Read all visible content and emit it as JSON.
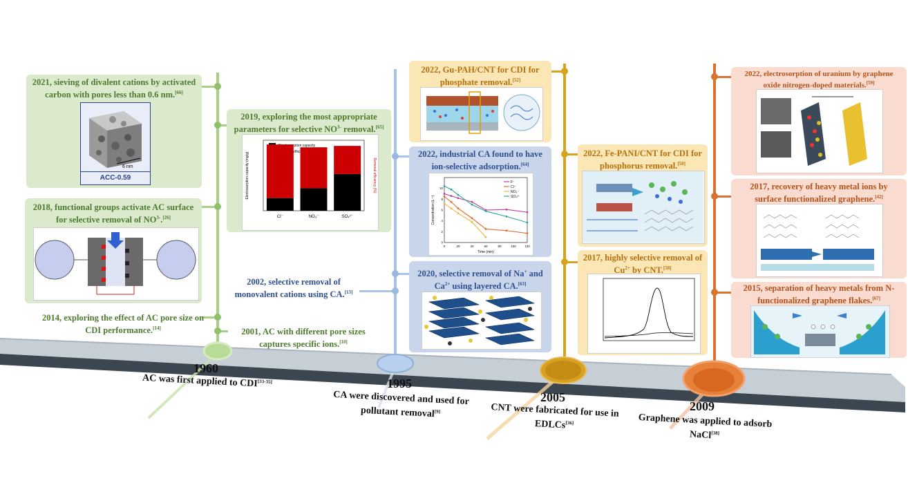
{
  "colors": {
    "green": "#8fc06a",
    "blue": "#9ab9e0",
    "gold": "#d9a21c",
    "orange": "#d8722e",
    "bar": "#3b4650"
  },
  "timeline": [
    {
      "year": "1960",
      "desc": "AC was first applied to CDI",
      "ref": "[33-35]"
    },
    {
      "year": "1995",
      "desc": "CA were discovered and used for pollutant removal",
      "ref": "[9]"
    },
    {
      "year": "2005",
      "desc": "CNT were fabricated for use in EDLCs",
      "ref": "[36]"
    },
    {
      "year": "2009",
      "desc": "Graphene was applied to adsorb NaCl",
      "ref": "[38]"
    }
  ],
  "green": {
    "b2021": {
      "title": "2021, sieving of divalent cations by activated carbon with pores less than 0.6 nm.",
      "ref": "[66]",
      "cube_scale": "6 nm",
      "cube_label": "ACC-0.59"
    },
    "b2019": {
      "title": "2019, exploring the most appropriate parameters for selective NO",
      "title_sup": "3-",
      "title_end": " removal.",
      "ref": "[65]"
    },
    "b2018": {
      "title": "2018, functional groups activate AC surface for selective removal of NO",
      "title_sup": "3-",
      "title_end": ".",
      "ref": "[26]"
    },
    "s2014": {
      "text": "2014, exploring the effect of AC pore size on CDI performance.",
      "ref": "[14]"
    },
    "s2001": {
      "text": "2001, AC with different pore sizes captures specific ions.",
      "ref": "[10]"
    }
  },
  "blue": {
    "b2022": {
      "title": "2022, industrial CA found to have ion-selective adsorption.",
      "ref": "[64]"
    },
    "b2020": {
      "title": "2020, selective removal of Na",
      "sup1": "+",
      "mid": " and Ca",
      "sup2": "2+",
      "end": " using layered CA.",
      "ref": "[63]"
    },
    "s2002": {
      "text": "2002, selective removal of monovalent cations using CA.",
      "ref": "[13]"
    }
  },
  "gold": {
    "b2022a": {
      "title": "2022, Gu-PAH/CNT for CDI for phosphate removal.",
      "ref": "[52]"
    },
    "b2022b": {
      "title": "2022, Fe-PANI/CNT for CDI for phosphorus removal.",
      "ref": "[50]"
    },
    "b2017": {
      "title": "2017, highly selective removal of Cu",
      "sup": "2+",
      "end": " by CNT.",
      "ref": "[58]"
    }
  },
  "orange": {
    "b2022": {
      "title": "2022, electrosorption of uranium by graphene oxide nitrogen-doped materials.",
      "ref": "[59]"
    },
    "b2017": {
      "title": "2017, recovery of heavy metal ions by surface functionalized graphene.",
      "ref": "[42]"
    },
    "b2015": {
      "title": "2015, separation of heavy metals from N-functionalized graphene flakes.",
      "ref": "[67]"
    }
  },
  "chart_data": [
    {
      "type": "bar",
      "stacked": true,
      "categories": [
        "Cl⁻",
        "NO₃⁻",
        "SO₄²⁻"
      ],
      "series": [
        {
          "name": "Electrosorption capacity",
          "color": "#000000",
          "values": [
            0.9,
            1.6,
            2.6
          ]
        },
        {
          "name": "Removal efficiency",
          "color": "#cc0000",
          "values": [
            3.8,
            2.9,
            2.0
          ]
        }
      ],
      "ylabel": "Electrosorption capacity (mg/g)",
      "y2label": "Removal efficiency (%)",
      "ylim": [
        0,
        5
      ]
    },
    {
      "type": "line",
      "x": [
        0,
        10,
        20,
        40,
        60,
        90,
        120
      ],
      "series": [
        {
          "name": "F⁻",
          "color": "#c0399a",
          "values": [
            9,
            8.6,
            8.2,
            7.5,
            6.0,
            6.1,
            5.6
          ]
        },
        {
          "name": "Cl⁻",
          "color": "#e06d2a",
          "values": [
            8.5,
            7.5,
            6.3,
            4.5,
            2.5,
            2.2,
            1.7
          ]
        },
        {
          "name": "NO₃⁻",
          "color": "#f2b640",
          "values": [
            7.2,
            6.3,
            5.4,
            3.8,
            1.0,
            null,
            null
          ]
        },
        {
          "name": "SO₄²⁻",
          "color": "#2aa39b",
          "values": [
            10.4,
            9.8,
            8.8,
            7.0,
            5.8,
            4.8,
            3.7
          ]
        }
      ],
      "xlabel": "Time (min)",
      "ylabel": "Concentration (L⁻¹)",
      "xlim": [
        0,
        120
      ],
      "ylim": [
        0,
        12
      ]
    }
  ]
}
